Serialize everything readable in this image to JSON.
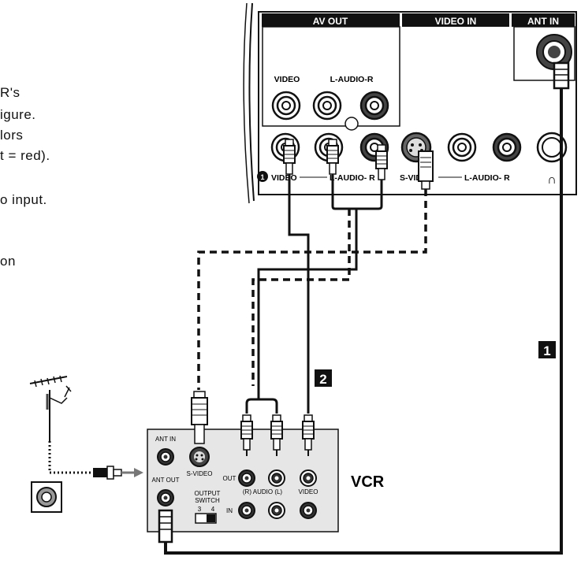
{
  "left_text": [
    "R's",
    "igure.",
    "lors",
    "t = red).",
    "o input.",
    "on"
  ],
  "tv_panel": {
    "av_out_label": "AV OUT",
    "video_in_label": "VIDEO IN",
    "ant_in_label": "ANT IN",
    "video_label": "VIDEO",
    "l_audio_r_label": "L-AUDIO-R",
    "bottom_video_label": "VIDEO",
    "bottom_audio_label": "L-AUDIO- R",
    "svideo_label": "S-VIDEO",
    "bottom_l_audio_r_label": "L-AUDIO- R",
    "headphone_glyph": "∩",
    "badge_number": "1"
  },
  "cable_labels": {
    "label_1": "1",
    "label_2": "2"
  },
  "vcr": {
    "title": "VCR",
    "ant_in_label": "ANT IN",
    "ant_out_label": "ANT OUT",
    "svideo_label": "S-VIDEO",
    "output_switch_line1": "OUTPUT",
    "output_switch_line2": "SWITCH",
    "switch_3": "3",
    "switch_4": "4",
    "out_label": "OUT",
    "in_label": "IN",
    "audio_label": "(R) AUDIO (L)",
    "video_label": "VIDEO"
  },
  "colors": {
    "line": "#111111",
    "panel_fill": "#e6e6e6",
    "jack_dark": "#3a3a3a",
    "jack_light": "#ffffff"
  }
}
